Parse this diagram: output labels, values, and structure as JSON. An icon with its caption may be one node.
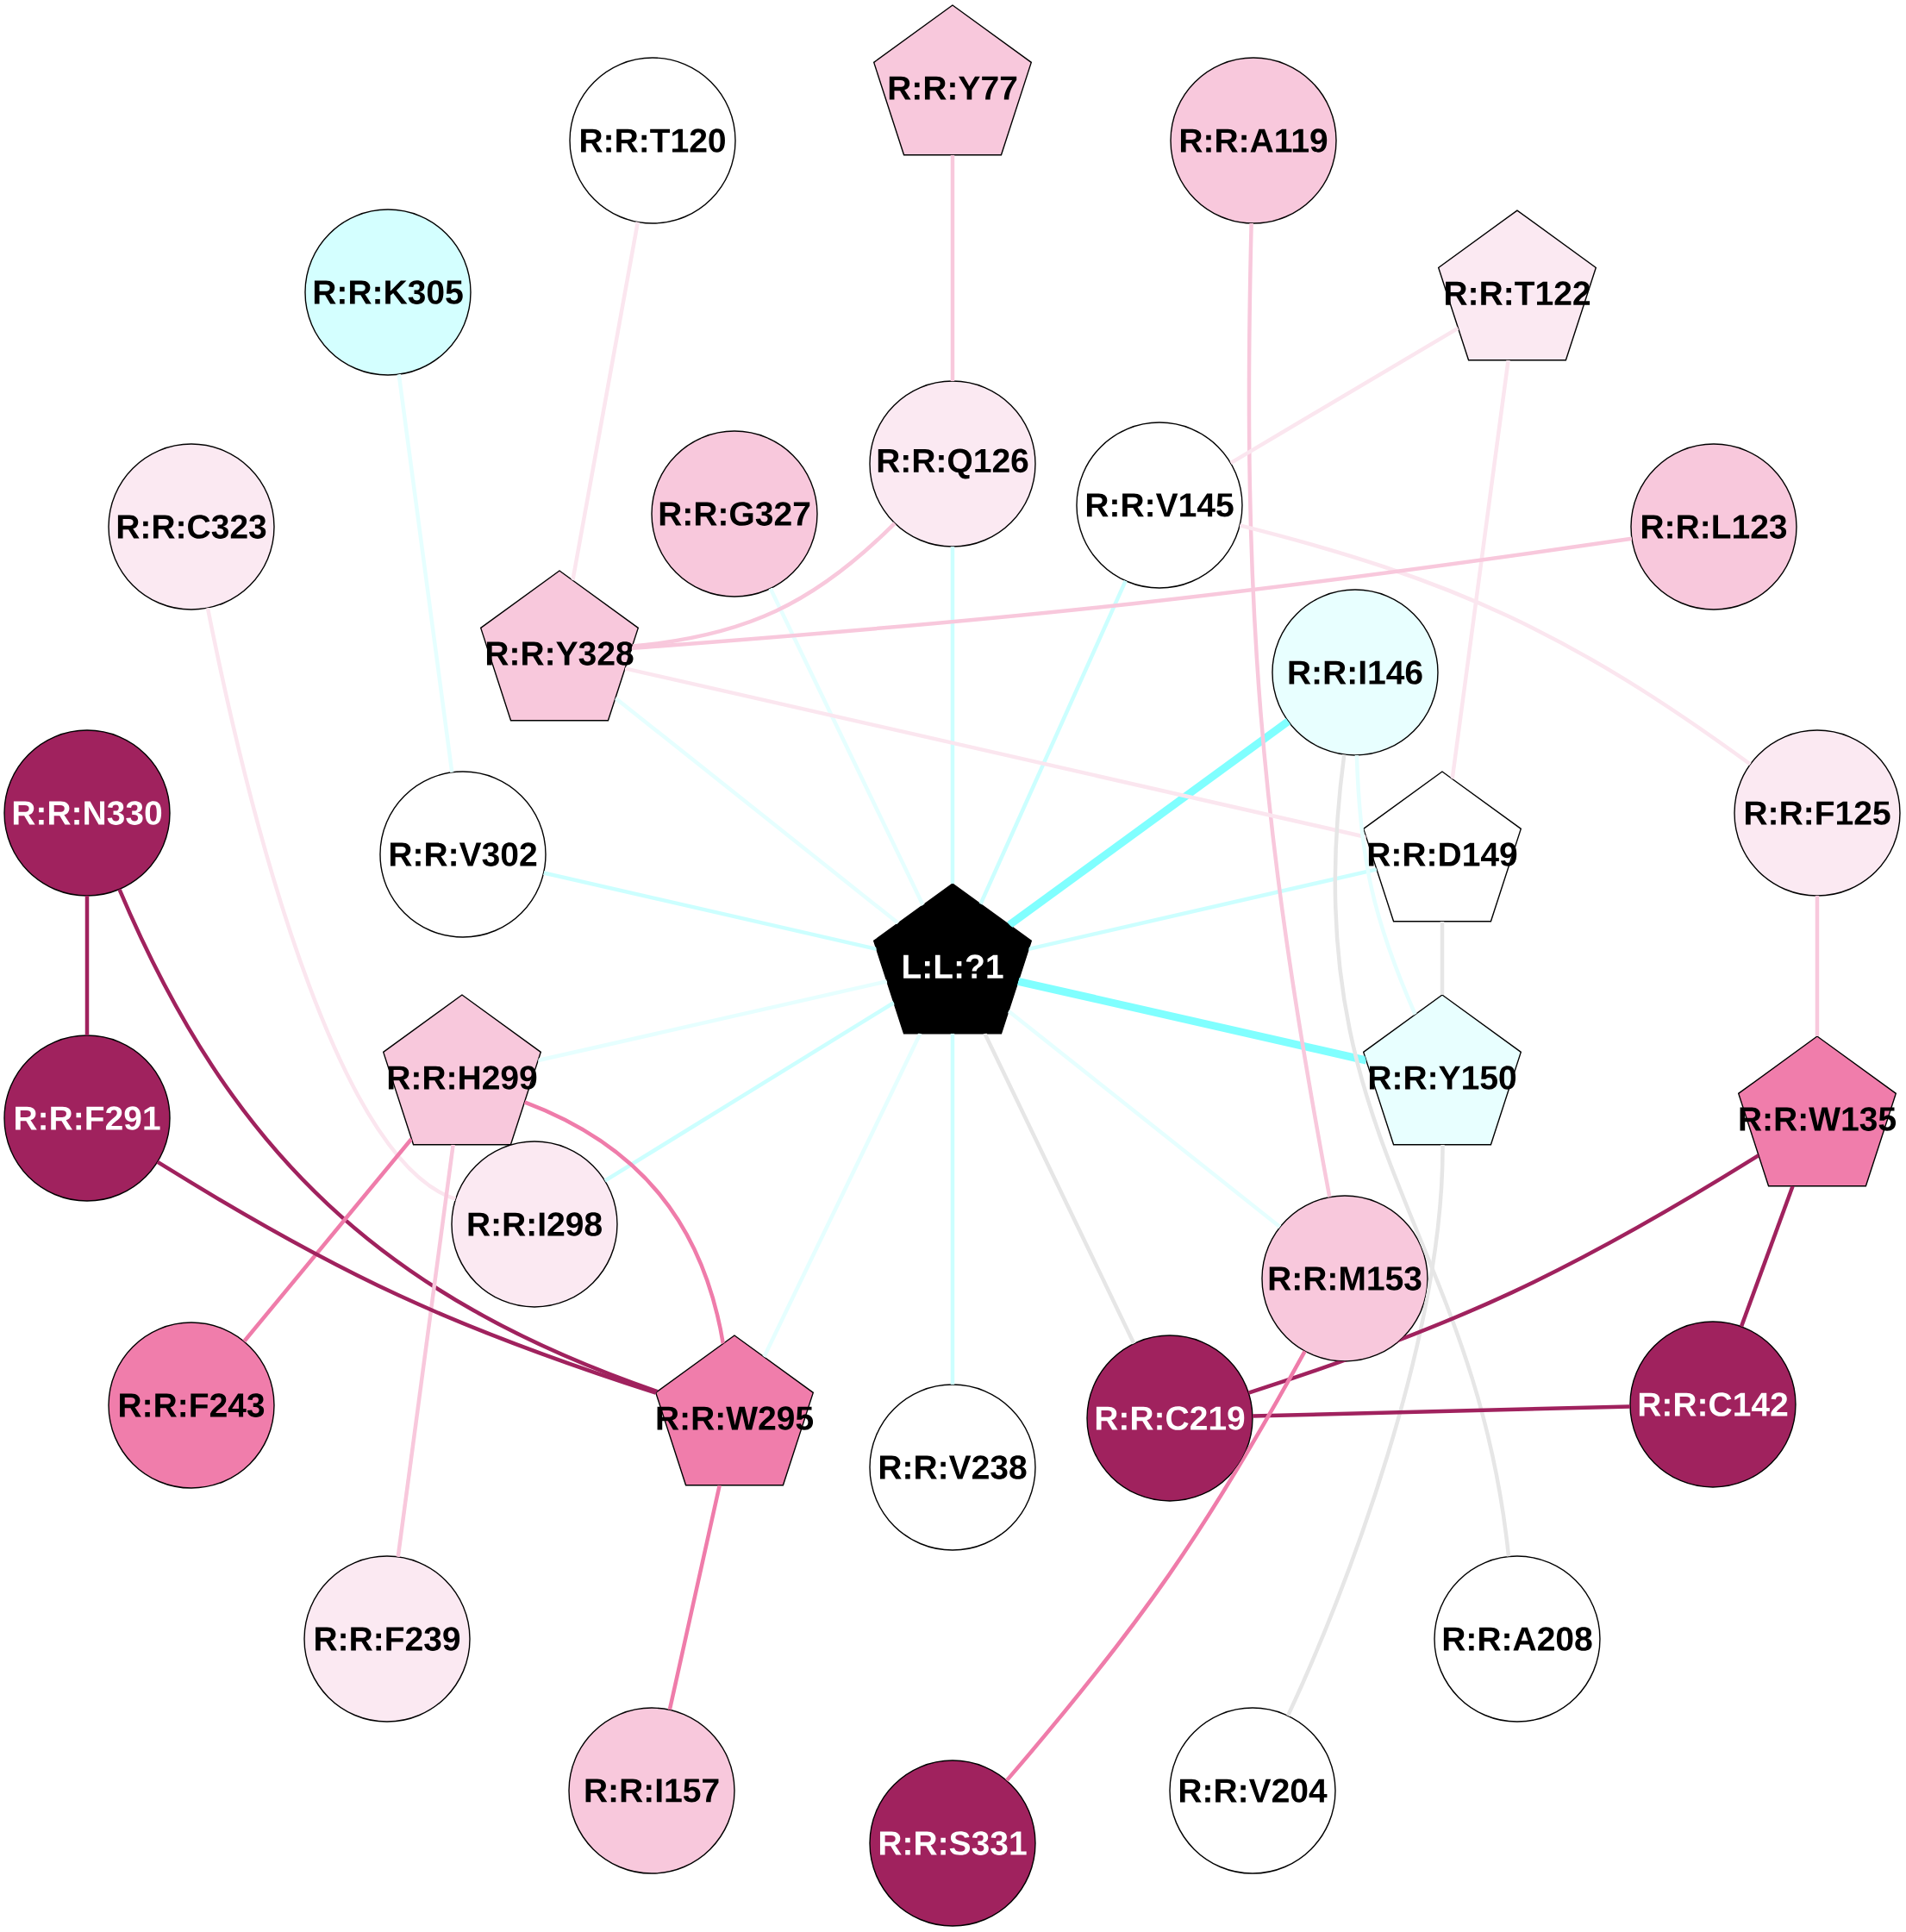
{
  "diagram": {
    "nodes": [
      {
        "text": [
          "R:R:Y77"
        ]
      },
      {
        "text": [
          "R:R:T120"
        ]
      },
      {
        "text": [
          "R:R:A119"
        ]
      },
      {
        "text": [
          "R:R:K305"
        ]
      },
      {
        "text": [
          "R:R:T122"
        ]
      },
      {
        "text": [
          "R:R:Q126"
        ]
      },
      {
        "text": [
          "R:R:G327"
        ]
      },
      {
        "text": [
          "R:R:V145"
        ]
      },
      {
        "text": [
          "R:R:C323"
        ]
      },
      {
        "text": [
          "R:R:L123"
        ]
      },
      {
        "text": [
          "R:R:Y328"
        ]
      },
      {
        "text": [
          "R:R:I146"
        ]
      },
      {
        "text": [
          "R:R:N330"
        ]
      },
      {
        "text": [
          "R:R:F125"
        ]
      },
      {
        "text": [
          "R:R:V302"
        ]
      },
      {
        "text": [
          "R:R:D149"
        ]
      },
      {
        "text": [
          "L:L:?1"
        ]
      },
      {
        "text": [
          "R:R:H299"
        ]
      },
      {
        "text": [
          "R:R:Y150"
        ]
      },
      {
        "text": [
          "R:R:F291"
        ]
      },
      {
        "text": [
          "R:R:W135"
        ]
      },
      {
        "text": [
          "R:R:I298"
        ]
      },
      {
        "text": [
          "R:R:M153"
        ]
      },
      {
        "text": [
          "R:R:F243"
        ]
      },
      {
        "text": [
          "R:R:C142"
        ]
      },
      {
        "text": [
          "R:R:W295"
        ]
      },
      {
        "text": [
          "R:R:C219"
        ]
      },
      {
        "text": [
          "R:R:V238"
        ]
      },
      {
        "text": [
          "R:R:F239"
        ]
      },
      {
        "text": [
          "R:R:A208"
        ]
      },
      {
        "text": [
          "R:R:I157"
        ]
      },
      {
        "text": [
          "R:R:V204"
        ]
      },
      {
        "text": [
          "R:R:S331"
        ]
      }
    ],
    "edges": [
      {
        "from": 16,
        "to": 5,
        "arrow": "none",
        "color": "#ccffff"
      },
      {
        "from": 16,
        "to": 6,
        "arrow": "none"
      },
      {
        "from": 16,
        "to": 7,
        "arrow": "none",
        "color": "#ccffff"
      },
      {
        "from": 16,
        "to": 10,
        "arrow": "none"
      },
      {
        "from": 16,
        "to": 11,
        "arrow": "none",
        "style": "thick",
        "color": "#80ffff"
      },
      {
        "from": 16,
        "to": 14,
        "arrow": "none",
        "color": "#ccffff"
      },
      {
        "from": 16,
        "to": 15,
        "arrow": "none",
        "color": "#ccffff"
      },
      {
        "from": 16,
        "to": 17,
        "arrow": "none"
      },
      {
        "from": 16,
        "to": 18,
        "arrow": "none",
        "style": "thick",
        "color": "#80ffff"
      },
      {
        "from": 16,
        "to": 21,
        "arrow": "none",
        "color": "#ccffff"
      },
      {
        "from": 16,
        "to": 22,
        "arrow": "none"
      },
      {
        "from": 16,
        "to": 25,
        "arrow": "none"
      },
      {
        "from": 16,
        "to": 26,
        "arrow": "none",
        "color": "#e6e6e6"
      },
      {
        "from": 16,
        "to": 27,
        "arrow": "none",
        "color": "#ccffff"
      },
      {
        "from": 0,
        "to": 5,
        "arrow": "none",
        "color": "#f8c8dc"
      },
      {
        "from": 1,
        "to": 10,
        "arrow": "none",
        "color": "#fbe6ef"
      },
      {
        "from": 2,
        "to": 22,
        "arrow": "none",
        "color": "#f8c8dc"
      },
      {
        "from": 3,
        "to": 14,
        "arrow": "none"
      },
      {
        "from": 4,
        "to": 7,
        "arrow": "none",
        "color": "#fbe6ef"
      },
      {
        "from": 4,
        "to": 15,
        "arrow": "none",
        "color": "#fbe6ef"
      },
      {
        "from": 5,
        "to": 10,
        "arrow": "none",
        "color": "#f8c8dc"
      },
      {
        "from": 7,
        "to": 13,
        "arrow": "none",
        "color": "#fbe6ef"
      },
      {
        "from": 8,
        "to": 21,
        "arrow": "none",
        "color": "#fbe6ef"
      },
      {
        "from": 9,
        "to": 10,
        "arrow": "none",
        "color": "#f8c8dc"
      },
      {
        "from": 10,
        "to": 15,
        "arrow": "none",
        "color": "#fbe6ef"
      },
      {
        "from": 11,
        "to": 18,
        "arrow": "none"
      },
      {
        "from": 11,
        "to": 29,
        "arrow": "none",
        "color": "#e6e6e6"
      },
      {
        "from": 12,
        "to": 19,
        "arrow": "none",
        "color": "#a0225e"
      },
      {
        "from": 12,
        "to": 25,
        "arrow": "none",
        "color": "#a0225e"
      },
      {
        "from": 13,
        "to": 20,
        "arrow": "none",
        "color": "#f8c8dc"
      },
      {
        "from": 15,
        "to": 18,
        "arrow": "none",
        "color": "#e6e6e6"
      },
      {
        "from": 17,
        "to": 23,
        "arrow": "none",
        "color": "#ef7caa"
      },
      {
        "from": 17,
        "to": 25,
        "arrow": "none",
        "color": "#ef7caa"
      },
      {
        "from": 17,
        "to": 28,
        "arrow": "none",
        "color": "#f8c8dc"
      },
      {
        "from": 18,
        "to": 31,
        "arrow": "none",
        "color": "#e6e6e6"
      },
      {
        "from": 19,
        "to": 25,
        "arrow": "none",
        "color": "#a0225e"
      },
      {
        "from": 20,
        "to": 24,
        "arrow": "none",
        "color": "#a0225e"
      },
      {
        "from": 20,
        "to": 26,
        "arrow": "none",
        "color": "#a0225e"
      },
      {
        "from": 26,
        "to": 24,
        "arrow": "none",
        "color": "#a0225e"
      },
      {
        "from": 22,
        "to": 32,
        "arrow": "none",
        "color": "#ef7caa"
      },
      {
        "from": 25,
        "to": 30,
        "arrow": "none",
        "color": "#ef7caa"
      }
    ]
  }
}
